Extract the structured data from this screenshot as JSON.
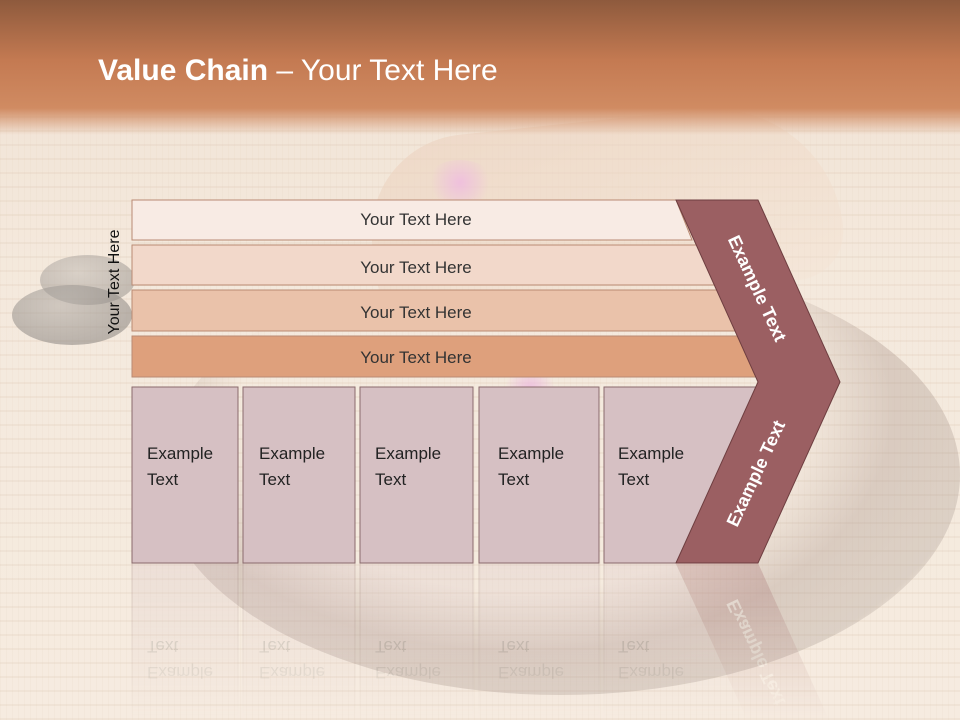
{
  "title": {
    "strong": "Value Chain",
    "rest": " – Your Text Here"
  },
  "side_label": "Your Text Here",
  "bars": [
    {
      "label": "Your Text Here",
      "color": "#f8ebe4"
    },
    {
      "label": "Your Text Here",
      "color": "#f2d8ca"
    },
    {
      "label": "Your Text Here",
      "color": "#eac2aa"
    },
    {
      "label": "Your Text Here",
      "color": "#dea07c"
    }
  ],
  "boxes": [
    {
      "line1": "Example",
      "line2": "Text"
    },
    {
      "line1": "Example",
      "line2": "Text"
    },
    {
      "line1": "Example",
      "line2": "Text"
    },
    {
      "line1": "Example",
      "line2": "Text"
    },
    {
      "line1": "Example",
      "line2": "Text"
    }
  ],
  "arrow": {
    "upper_label": "Example Text",
    "lower_label": "Example Text",
    "color": "#9b5f62"
  },
  "colors": {
    "box_fill": "#d6c0c3",
    "box_stroke": "#8a6a6c",
    "title": "#ffffff"
  }
}
